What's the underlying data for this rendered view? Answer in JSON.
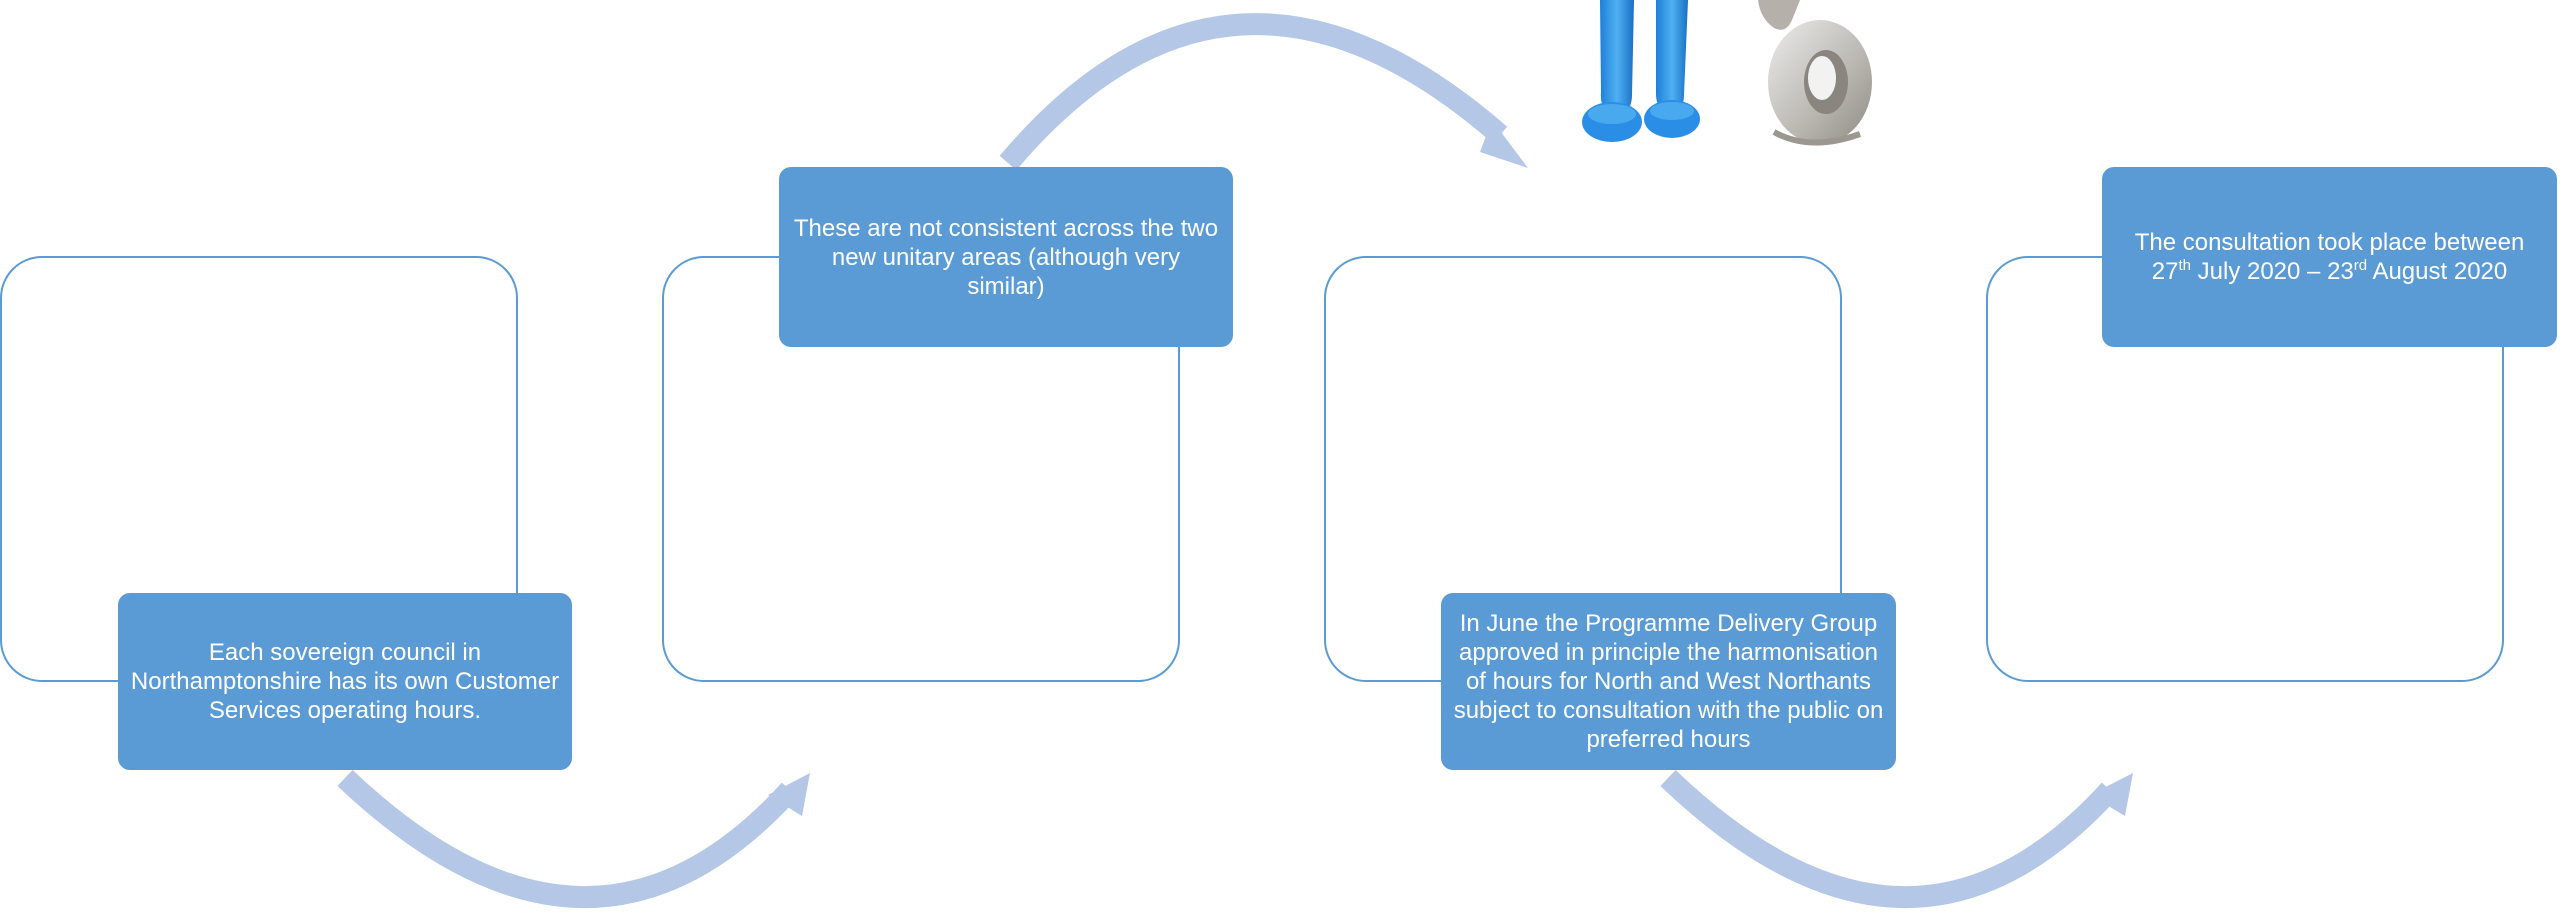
{
  "colors": {
    "box_fill": "#5b9bd5",
    "box_outline": "#5b9bd5",
    "arrow": "#b4c7e7",
    "text": "#ffffff"
  },
  "steps": [
    {
      "text": "Each sovereign council in Northamptonshire has its own Customer Services operating hours."
    },
    {
      "text": "These are not consistent across the two new unitary areas (although very similar)"
    },
    {
      "text": "In June the Programme Delivery Group approved in principle the harmonisation of hours for North and West Northants subject to consultation with the public on preferred hours"
    },
    {
      "text_parts": [
        "The consultation took place between ",
        "27",
        "th",
        " July 2020 – ",
        "23",
        "rd",
        " August 2020"
      ]
    }
  ],
  "clipart": {
    "icon": "person-with-question-mark-icon"
  }
}
